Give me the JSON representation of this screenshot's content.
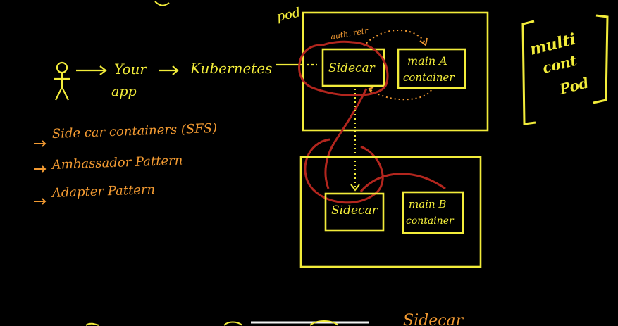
{
  "colors": {
    "background": "#000000",
    "yellow": "#f2ec3a",
    "orange": "#f29a32",
    "red": "#b3261e",
    "white": "#f2f2f2"
  },
  "labels": {
    "pod_top": "pod",
    "your": "Your",
    "app": "app",
    "kubernetes": "Kubernetes",
    "sidecar_a": "Sidecar",
    "auth_note": "auth, retr",
    "main_a_line1": "main  A",
    "main_a_line2": "container",
    "sidecar_b": "Sidecar",
    "main_b_line1": "main  B",
    "main_b_line2": "container",
    "multi_line1": "multi",
    "multi_line2": "cont",
    "multi_line3": "Pod",
    "bottom": "Sidecar"
  },
  "patterns": [
    "Side car containers (SFS)",
    "Ambassador Pattern",
    "Adapter Pattern"
  ]
}
